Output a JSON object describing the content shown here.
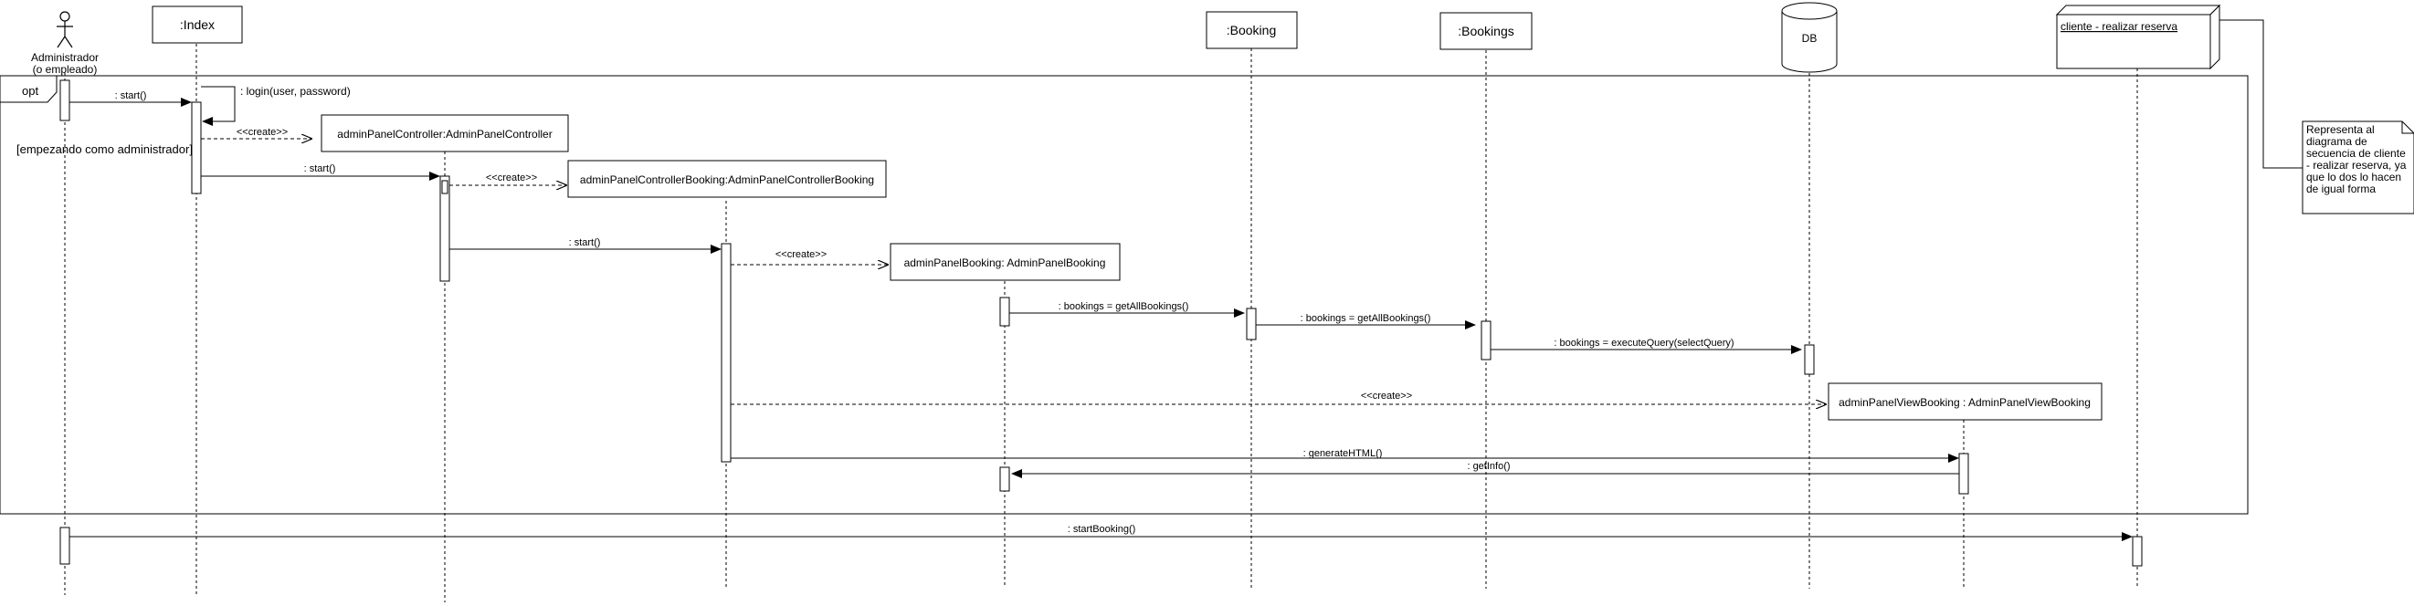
{
  "participants": {
    "actor": "Administrador",
    "actor_sub": "(o empleado)",
    "index": ":Index",
    "booking": ":Booking",
    "bookings": ":Bookings",
    "db": "DB",
    "cliente": "cliente - realizar reserva"
  },
  "created": {
    "admin_panel_controller": "adminPanelController:AdminPanelController",
    "admin_panel_controller_booking": "adminPanelControllerBooking:AdminPanelControllerBooking",
    "admin_panel_booking": "adminPanelBooking: AdminPanelBooking",
    "admin_panel_view_booking": "adminPanelViewBooking : AdminPanelViewBooking"
  },
  "fragment": {
    "operator": "opt",
    "guard": "[empezando como administrador]"
  },
  "messages": {
    "start_1": ": start()",
    "login": ": login(user, password)",
    "create_1": "<<create>>",
    "start_2": ": start()",
    "create_2": "<<create>>",
    "start_3": ": start()",
    "create_3": "<<create>>",
    "get_all_bookings_1": ": bookings = getAllBookings()",
    "get_all_bookings_2": ": bookings = getAllBookings()",
    "execute_query": ": bookings = executeQuery(selectQuery)",
    "create_4": "<<create>>",
    "generate_html": ": generateHTML()",
    "get_info": ": getInfo()",
    "start_booking": ": startBooking()"
  },
  "note": {
    "lines": [
      "Representa al",
      "diagrama de",
      "secuencia de cliente",
      "- realizar reserva, ya",
      "que lo dos lo hacen",
      "de igual forma"
    ]
  },
  "colors": {
    "line": "#000000",
    "background": "#ffffff"
  }
}
